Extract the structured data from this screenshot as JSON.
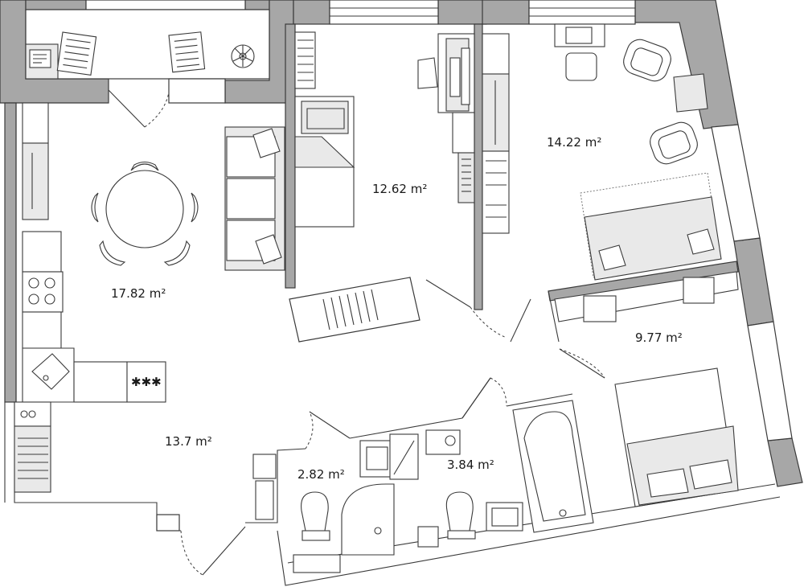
{
  "floor_plan": {
    "rooms": [
      {
        "id": "living-kitchen",
        "area": "17.82 m²"
      },
      {
        "id": "bedroom-middle",
        "area": "12.62 m²"
      },
      {
        "id": "bedroom-right",
        "area": "14.22 m²"
      },
      {
        "id": "bedroom-small",
        "area": "9.77 m²"
      },
      {
        "id": "hallway",
        "area": "13.7 m²"
      },
      {
        "id": "wc",
        "area": "2.82 m²"
      },
      {
        "id": "bathroom",
        "area": "3.84 m²"
      }
    ],
    "stove_symbol": "✱✱✱",
    "colors": {
      "wall": "#a7a7a7",
      "outline": "#3a3a3a",
      "background": "#ffffff"
    }
  }
}
